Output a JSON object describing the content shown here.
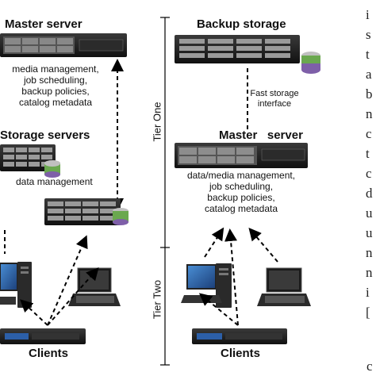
{
  "left": {
    "master_title": "Master server",
    "master_desc": [
      "media management,",
      "job scheduling,",
      "backup policies,",
      "catalog metadata"
    ],
    "storage_title": "Storage servers",
    "storage_desc": "data management",
    "clients_title": "Clients"
  },
  "right": {
    "backup_title": "Backup storage",
    "link_label": [
      "Fast storage",
      "interface"
    ],
    "master_title": "Master   server",
    "master_desc": [
      "data/media management,",
      "job scheduling,",
      "backup policies,",
      "catalog metadata"
    ],
    "clients_title": "Clients"
  },
  "tiers": {
    "one": "Tier One",
    "two": "Tier Two"
  },
  "side_text": [
    "i",
    "s",
    "t",
    "a",
    "b",
    "n",
    "c",
    "t",
    "c",
    "d",
    "u",
    "u",
    "n",
    "n",
    "i",
    "["
  ],
  "side_bottom": "c",
  "colors": {
    "server_body": "#1c1c1c",
    "accent": "#8a8a8a",
    "db_green": "#6aa84f",
    "db_purple": "#7e5fa8"
  }
}
